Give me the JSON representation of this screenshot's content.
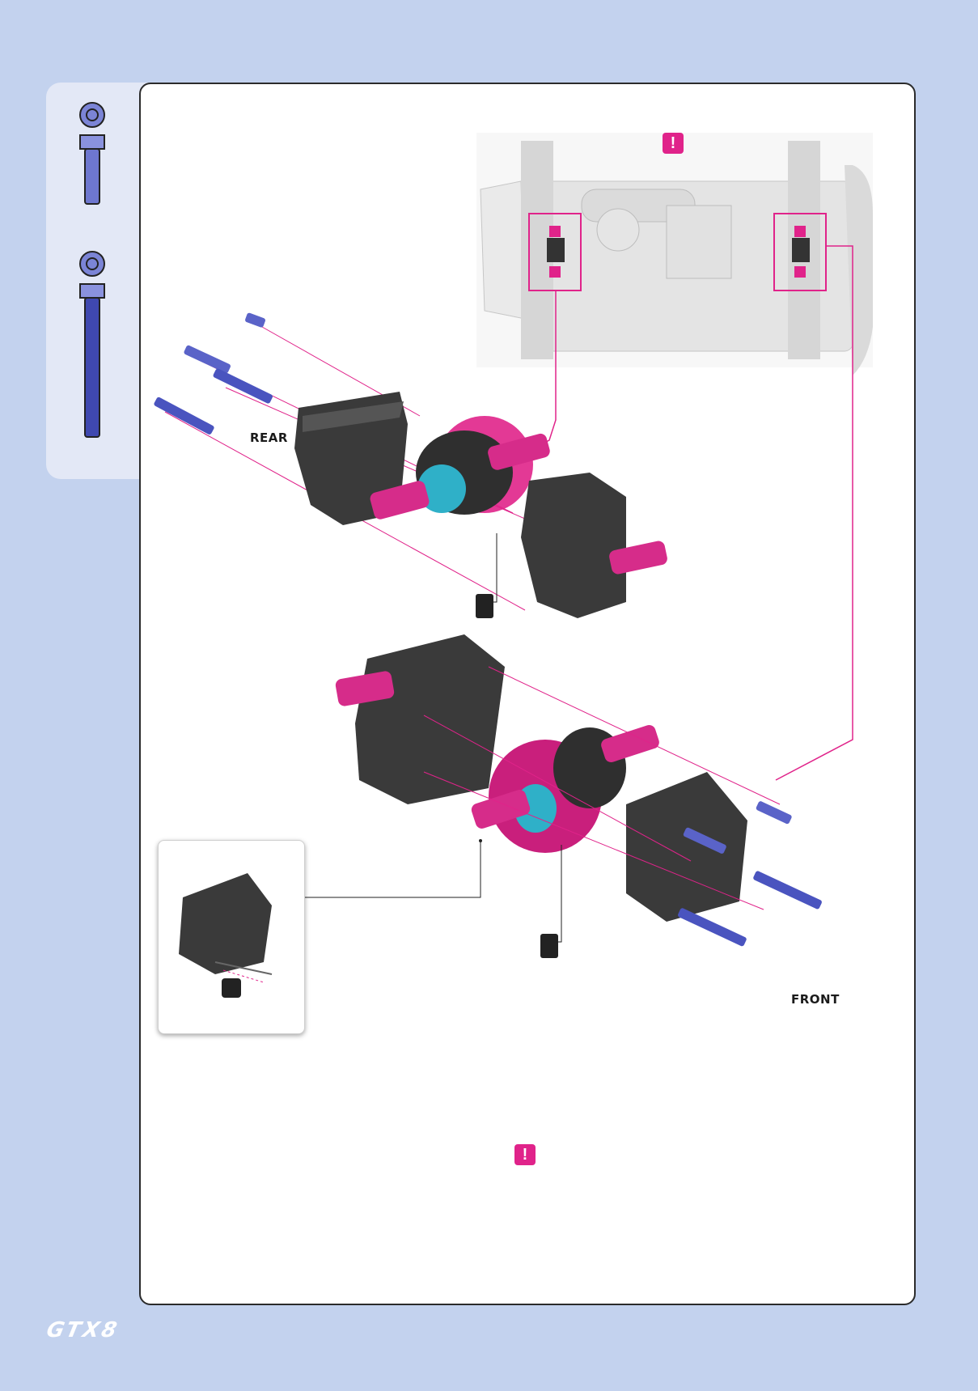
{
  "labels": {
    "rear": "REAR",
    "front": "FRONT",
    "warning_symbol": "!"
  },
  "brand": {
    "logo_text": "GTX8"
  },
  "colors": {
    "page_background": "#c3d2ee",
    "parts_panel": "#e3e8f6",
    "accent_magenta": "#e0238a",
    "screw_blue": "#5a63c8",
    "part_dark": "#3a3a3a",
    "bearing_cyan": "#2fb0c8"
  },
  "icons": {
    "warning": "exclamation-icon",
    "grease": "hudy-grease-icon",
    "tool": "cutter-tool-icon"
  }
}
